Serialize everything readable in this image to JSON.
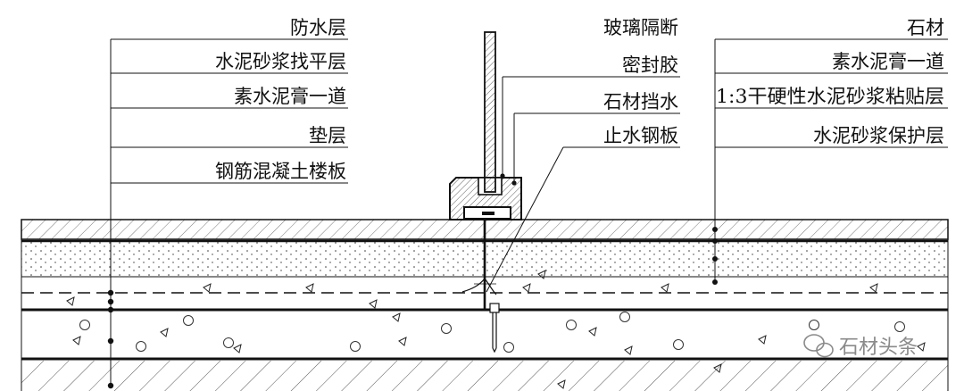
{
  "left_labels": [
    "防水层",
    "水泥砂浆找平层",
    "素水泥膏一道",
    "垫层",
    "钢筋混凝土楼板"
  ],
  "center_labels": [
    "玻璃隔断",
    "密封胶",
    "石材挡水",
    "止水钢板"
  ],
  "right_labels": [
    "石材",
    "素水泥膏一道",
    "1:3干硬性水泥砂浆粘贴层",
    "水泥砂浆保护层"
  ],
  "watermark": {
    "text": "石材头条",
    "icon": "wechat-icon"
  },
  "colors": {
    "line": "#111111",
    "hatch": "#444444",
    "watermark": "#8a8a8a"
  }
}
